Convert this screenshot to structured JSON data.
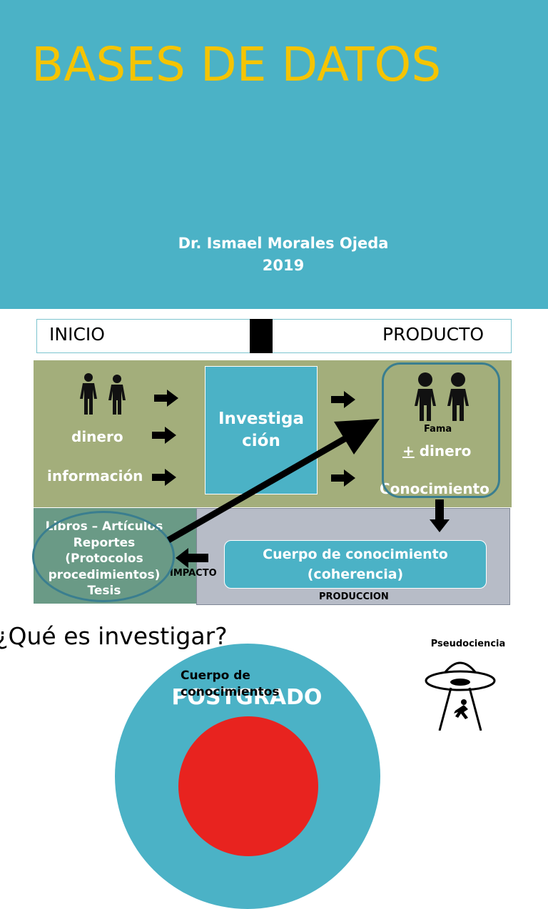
{
  "slide1": {
    "title": "BASES DE DATOS",
    "author": "Dr. Ismael Morales Ojeda",
    "year": "2019"
  },
  "slide2": {
    "bar_left": "INICIO",
    "bar_right": "PRODUCTO",
    "left_items": [
      "dinero",
      "información"
    ],
    "center_label": "Investiga ción",
    "right_small": "Fama",
    "right_plus": "+",
    "right_money": " dinero",
    "right_knowledge": "Conocimiento",
    "cuerpo_line1": "Cuerpo de conocimiento",
    "cuerpo_line2": "(coherencia)",
    "produccion": "PRODUCCION",
    "impacto": "IMPACTO",
    "outputs": [
      "Libros – Artículos",
      "Reportes",
      "(Protocolos",
      "procedimientos)",
      "Tesis"
    ]
  },
  "slide3": {
    "question": "¿Qué es investigar?",
    "body_label": "Cuerpo de conocimientos",
    "postgrado": "POSTGRADO",
    "pseudo": "Pseudociencia"
  },
  "colors": {
    "teal": "#4bb2c6",
    "title_yellow": "#f5c400",
    "olive": "#a3ae7b",
    "gray": "#b7bcc7",
    "red": "#e8231f"
  }
}
